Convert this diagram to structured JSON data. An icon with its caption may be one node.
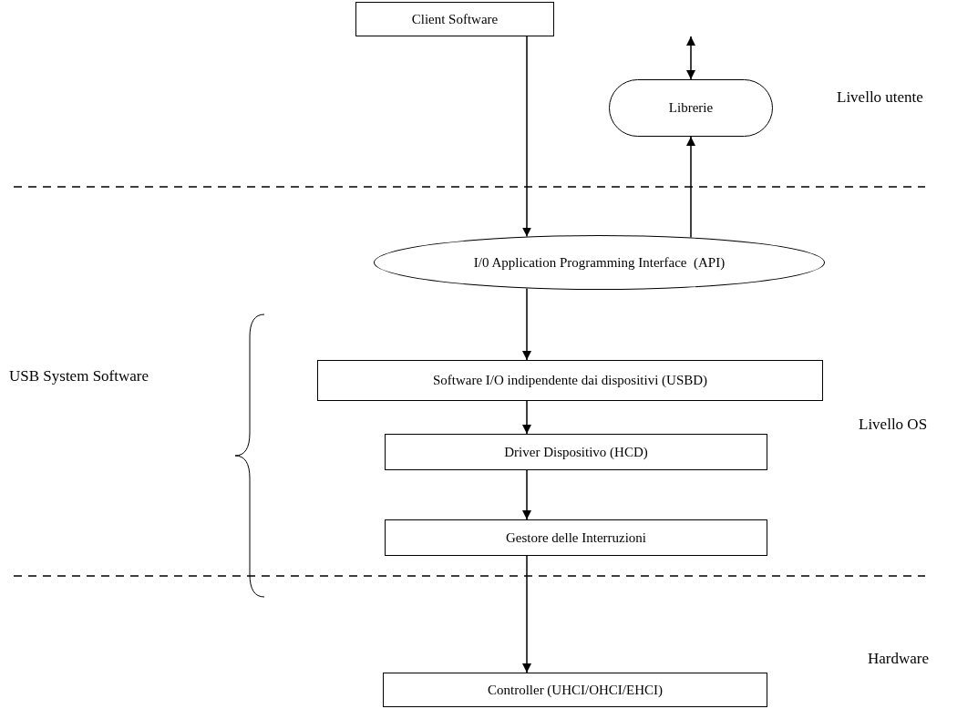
{
  "diagram": {
    "nodes": [
      {
        "text": [
          "Client Software"
        ]
      },
      {
        "text": [
          "Librerie"
        ]
      },
      {
        "text": [
          "I/0 Application Programming Interface  (API)"
        ]
      },
      {
        "text": [
          "Software I/O indipendente dai dispositivi (USBD)"
        ]
      },
      {
        "text": [
          "Driver Dispositivo (HCD)"
        ]
      },
      {
        "text": [
          "Gestore delle Interruzioni"
        ]
      },
      {
        "text": [
          "Controller (UHCI/OHCI/EHCI)"
        ]
      }
    ],
    "edges": [
      {
        "from": 0,
        "to": 2,
        "arrow": "to"
      },
      {
        "from": null,
        "to": 1,
        "arrow": "both"
      },
      {
        "from": 2,
        "to": 1,
        "arrow": "to"
      },
      {
        "from": 2,
        "to": 3,
        "arrow": "to"
      },
      {
        "from": 3,
        "to": 4,
        "arrow": "to"
      },
      {
        "from": 4,
        "to": 5,
        "arrow": "to"
      },
      {
        "from": 5,
        "to": 6,
        "arrow": "to"
      }
    ],
    "labels": [
      "Livello utente",
      "USB System Software",
      "Livello OS",
      "Hardware"
    ]
  }
}
